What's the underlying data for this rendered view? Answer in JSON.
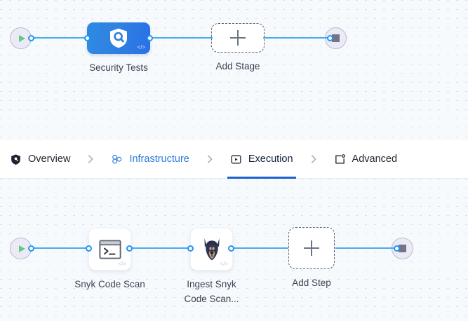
{
  "tabs": [
    {
      "id": "overview",
      "label": "Overview",
      "icon": "shield-icon",
      "state": "default"
    },
    {
      "id": "infrastructure",
      "label": "Infrastructure",
      "icon": "infrastructure-nodes-icon",
      "state": "link"
    },
    {
      "id": "execution",
      "label": "Execution",
      "icon": "execution-play-icon",
      "state": "active"
    },
    {
      "id": "advanced",
      "label": "Advanced",
      "icon": "advanced-settings-icon",
      "state": "default"
    }
  ],
  "stage_canvas": {
    "start_node": {
      "name": "pipeline-start",
      "icon": "play-icon"
    },
    "end_node": {
      "name": "pipeline-end",
      "icon": "stop-square-icon"
    },
    "stage": {
      "label": "Security Tests",
      "icon": "shield-search-icon",
      "badge": "</>"
    },
    "add_stage": {
      "label": "Add Stage",
      "icon": "plus-icon"
    }
  },
  "step_canvas": {
    "start_node": {
      "name": "execution-start",
      "icon": "play-icon"
    },
    "end_node": {
      "name": "execution-end",
      "icon": "stop-square-icon"
    },
    "steps": [
      {
        "label": "Snyk Code Scan",
        "icon": "terminal-icon",
        "badge": "</>"
      },
      {
        "label": "Ingest Snyk\nCode Scan...",
        "icon": "snyk-doberman-icon",
        "badge": "</>"
      }
    ],
    "add_step": {
      "label": "Add Step",
      "icon": "plus-icon"
    }
  },
  "colors": {
    "accent": "#2a7bdb",
    "active_underline": "#1b61c9",
    "edge": "#49aaf0",
    "stage_gradient_from": "#2f8ae3",
    "stage_gradient_to": "#2a6fe8",
    "canvas_bg": "#f7fafd",
    "start_green": "#63cb7f",
    "stop_gray": "#707589",
    "label_text": "#3c4352"
  }
}
